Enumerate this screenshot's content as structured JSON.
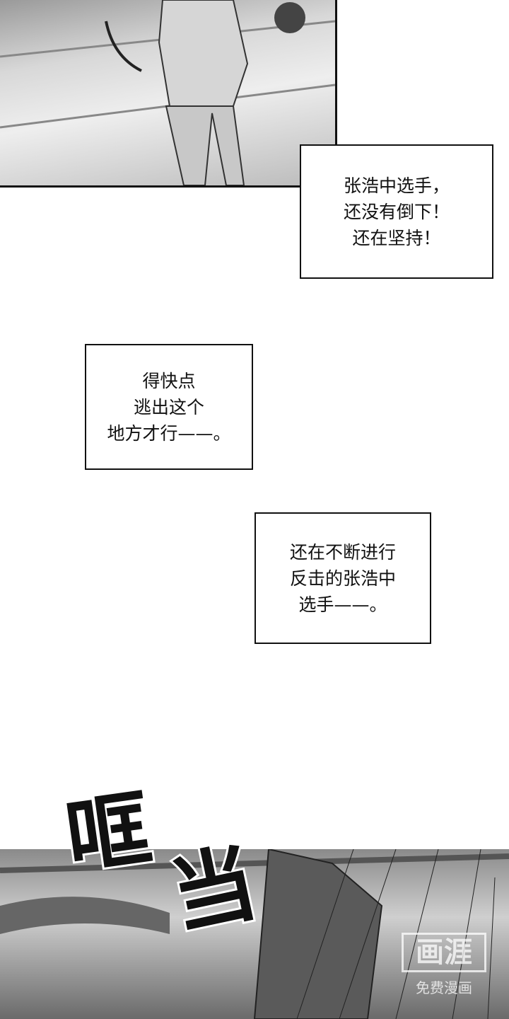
{
  "bubbles": [
    {
      "text": "张浩中选手，\n还没有倒下！\n还在坚持！"
    },
    {
      "text": "得快点\n逃出这个\n地方才行——。"
    },
    {
      "text": "还在不断进行\n反击的张浩中\n选手——。"
    }
  ],
  "sfx": {
    "char1": "哐",
    "char2": "当"
  },
  "watermark": {
    "logo": "画涯",
    "subtitle": "免费漫画"
  }
}
